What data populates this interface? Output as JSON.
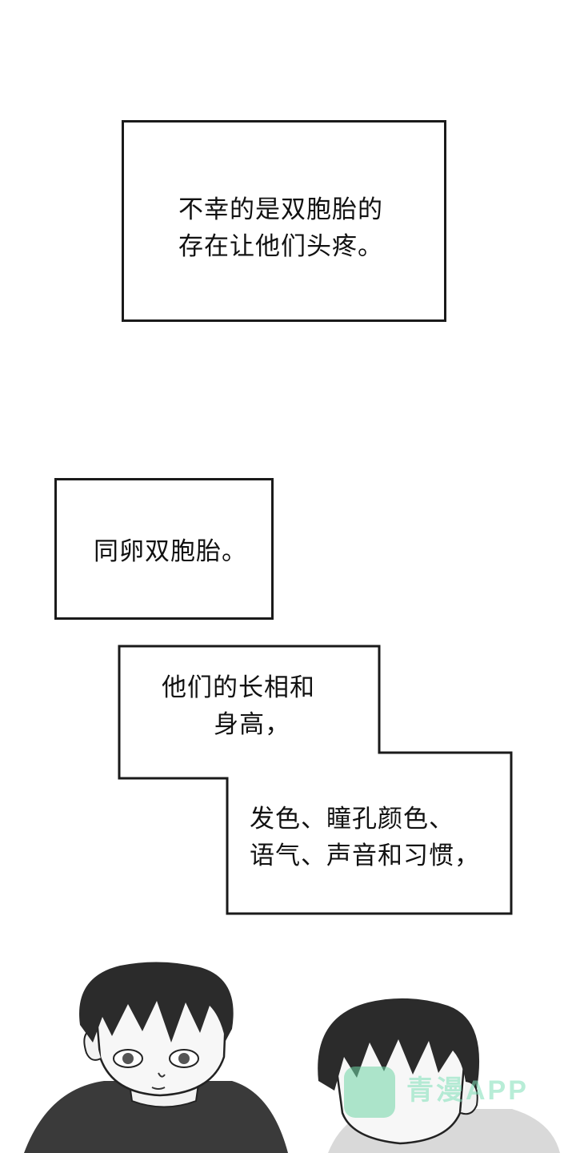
{
  "captions": {
    "first": [
      "不幸的是双胞胎的",
      "存在让他们头疼。"
    ],
    "second": [
      "同卵双胞胎。"
    ],
    "third_top": [
      "他们的长相和",
      "身高，"
    ],
    "third_bottom": [
      "发色、瞳孔颜色、",
      "语气、声音和习惯，"
    ]
  },
  "watermark": {
    "text": "青漫APP"
  },
  "colors": {
    "border": "#1a1a1a",
    "background": "#ffffff",
    "watermark": "#6fd6a6"
  }
}
